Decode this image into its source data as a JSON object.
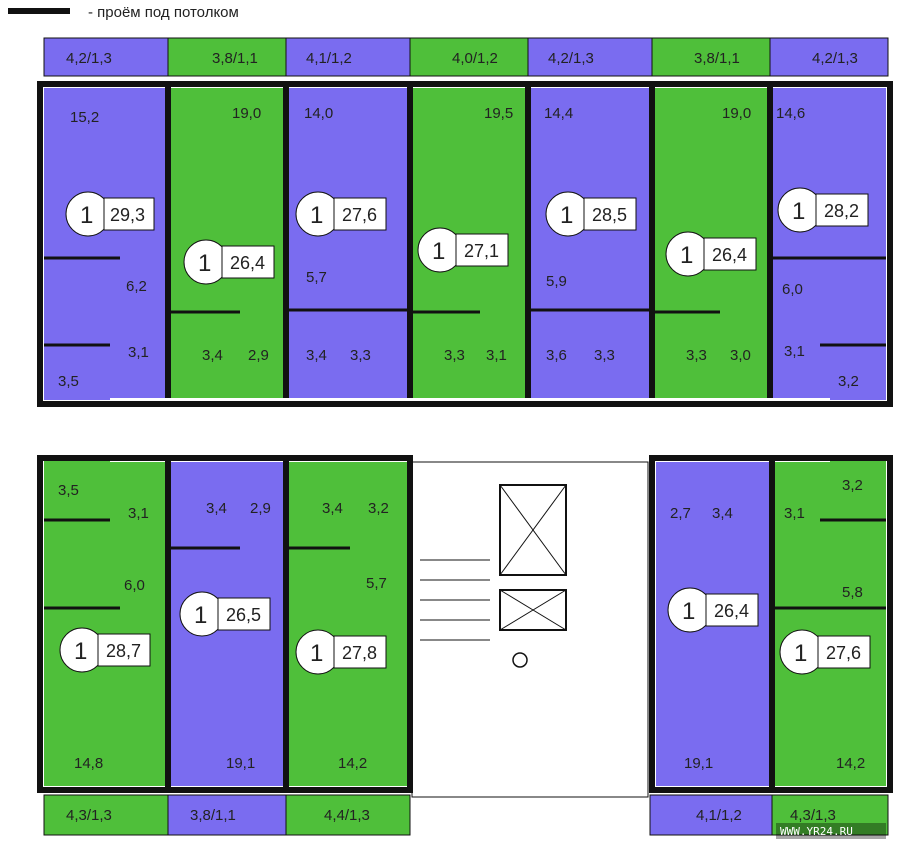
{
  "legend": {
    "text": "- проём под потолком"
  },
  "watermark": "WWW.YR24.RU",
  "colors": {
    "blue": "#7a6cf0",
    "green": "#4fbf3a",
    "wall": "#111111",
    "corridor": "#ffffff"
  },
  "balconies_top": [
    "4,2/1,3",
    "3,8/1,1",
    "4,1/1,2",
    "4,0/1,2",
    "4,2/1,3",
    "3,8/1,1",
    "4,2/1,3"
  ],
  "balconies_bottom": [
    "4,3/1,3",
    "3,8/1,1",
    "4,4/1,3",
    "4,1/1,2",
    "4,3/1,3"
  ],
  "apartments": [
    {
      "rooms": "1",
      "total": "29,3",
      "living": "15,2",
      "kitchen": "6,2",
      "hall": "3,1",
      "bath": "3,5",
      "wc": ""
    },
    {
      "rooms": "1",
      "total": "26,4",
      "living": "19,0",
      "kitchen": "",
      "hall": "2,9",
      "bath": "3,4",
      "wc": ""
    },
    {
      "rooms": "1",
      "total": "27,6",
      "living": "14,0",
      "kitchen": "5,7",
      "hall": "3,4",
      "bath": "3,3",
      "wc": ""
    },
    {
      "rooms": "1",
      "total": "27,1",
      "living": "19,5",
      "kitchen": "",
      "hall": "3,1",
      "bath": "3,3",
      "wc": ""
    },
    {
      "rooms": "1",
      "total": "28,5",
      "living": "14,4",
      "kitchen": "5,9",
      "hall": "3,6",
      "bath": "3,3",
      "wc": ""
    },
    {
      "rooms": "1",
      "total": "26,4",
      "living": "19,0",
      "kitchen": "",
      "hall": "3,0",
      "bath": "3,3",
      "wc": ""
    },
    {
      "rooms": "1",
      "total": "28,2",
      "living": "14,6",
      "kitchen": "6,0",
      "hall": "3,1",
      "bath": "3,2",
      "wc": ""
    },
    {
      "rooms": "1",
      "total": "28,7",
      "living": "14,8",
      "kitchen": "6,0",
      "hall": "3,1",
      "bath": "3,5",
      "wc": ""
    },
    {
      "rooms": "1",
      "total": "26,5",
      "living": "19,1",
      "kitchen": "",
      "hall": "2,9",
      "bath": "3,4",
      "wc": ""
    },
    {
      "rooms": "1",
      "total": "27,8",
      "living": "14,2",
      "kitchen": "5,7",
      "hall": "3,2",
      "bath": "3,4",
      "wc": ""
    },
    {
      "rooms": "1",
      "total": "26,4",
      "living": "19,1",
      "kitchen": "",
      "hall": "2,7",
      "bath": "3,4",
      "wc": ""
    },
    {
      "rooms": "1",
      "total": "27,6",
      "living": "14,2",
      "kitchen": "5,8",
      "hall": "3,1",
      "bath": "3,2",
      "wc": ""
    }
  ]
}
